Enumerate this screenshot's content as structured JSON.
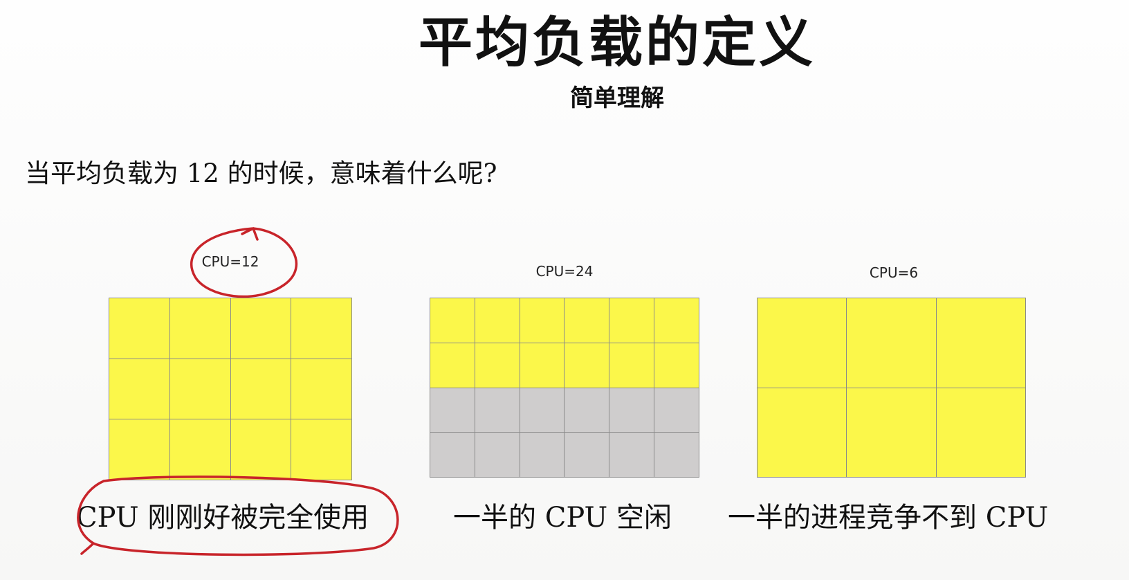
{
  "slide": {
    "title": "平均负载的定义",
    "subtitle": "简单理解",
    "question": "当平均负载为 12 的时候，意味着什么呢?"
  },
  "panels": [
    {
      "label": "CPU=12",
      "rows": 3,
      "cols": 4,
      "busy_rows": 3,
      "caption": "CPU 刚刚好被完全使用"
    },
    {
      "label": "CPU=24",
      "rows": 4,
      "cols": 6,
      "busy_rows": 2,
      "caption": "一半的 CPU 空闲"
    },
    {
      "label": "CPU=6",
      "rows": 2,
      "cols": 3,
      "busy_rows": 2,
      "caption": "一半的进程竞争不到 CPU"
    }
  ],
  "colors": {
    "busy": "#fbf74a",
    "idle": "#cfcdcd",
    "annotation": "#c8242a"
  }
}
